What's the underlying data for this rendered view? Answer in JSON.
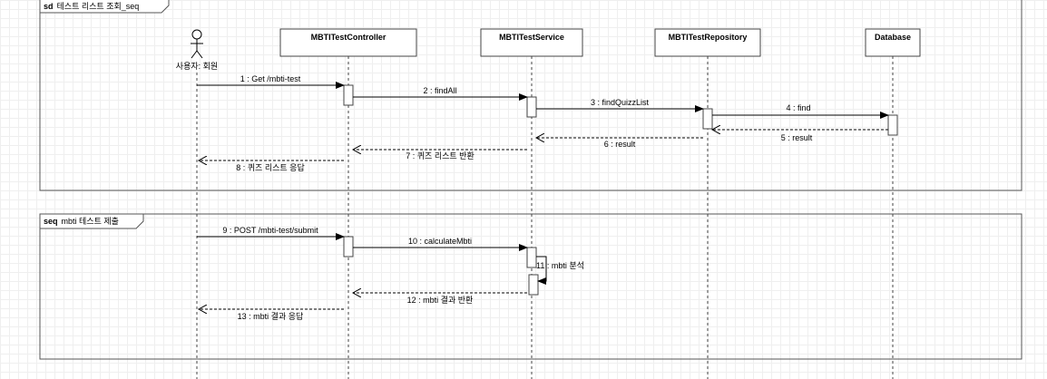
{
  "frames": [
    {
      "keyword": "sd",
      "name": "테스트 리스트 조회_seq"
    },
    {
      "keyword": "seq",
      "name": "mbti 테스트 제출"
    }
  ],
  "actor": {
    "label": "사용자: 회원",
    "icon": "stick-figure-icon"
  },
  "participants": [
    {
      "name": "MBTITestController"
    },
    {
      "name": "MBTITestService"
    },
    {
      "name": "MBTITestRepository"
    },
    {
      "name": "Database"
    }
  ],
  "messages": [
    {
      "label": "1 : Get /mbti-test",
      "kind": "sync"
    },
    {
      "label": "2 : findAll",
      "kind": "sync"
    },
    {
      "label": "3 : findQuizzList",
      "kind": "sync"
    },
    {
      "label": "4 : find",
      "kind": "sync"
    },
    {
      "label": "5 : result",
      "kind": "return"
    },
    {
      "label": "6 : result",
      "kind": "return"
    },
    {
      "label": "7 : 퀴즈 리스트 반환",
      "kind": "return"
    },
    {
      "label": "8 : 퀴즈 리스트 응답",
      "kind": "return"
    },
    {
      "label": "9 : POST /mbti-test/submit",
      "kind": "sync"
    },
    {
      "label": "10 : calculateMbti",
      "kind": "sync"
    },
    {
      "label": "11 : mbti 분석",
      "kind": "self"
    },
    {
      "label": "12 : mbti 결과 반환",
      "kind": "return"
    },
    {
      "label": "13 : mbti 결과 응답",
      "kind": "return"
    }
  ]
}
